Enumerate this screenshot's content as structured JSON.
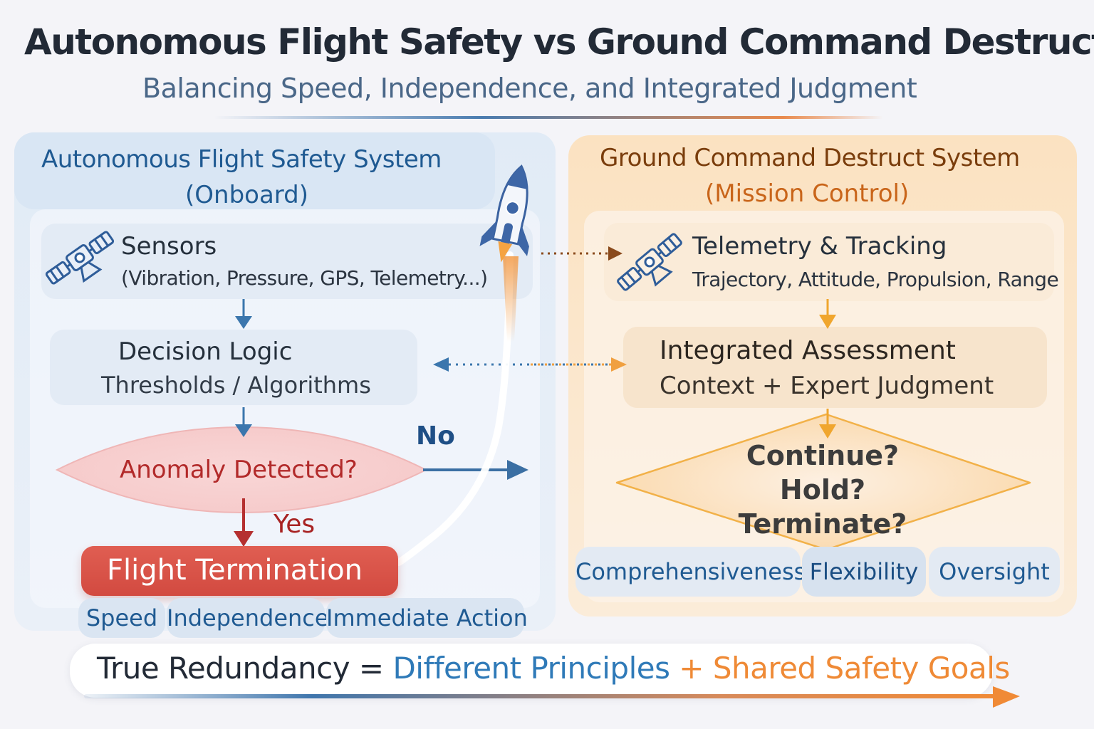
{
  "header": {
    "title": "Autonomous Flight Safety vs Ground Command Destruct",
    "subtitle": "Balancing Speed, Independence, and Integrated Judgment"
  },
  "left_panel": {
    "title": "Autonomous Flight Safety System",
    "subtitle": "(Onboard)",
    "sensors": {
      "title": "Sensors",
      "detail": "(Vibration, Pressure, GPS, Telemetry...)"
    },
    "decision_logic": {
      "title": "Decision Logic",
      "detail": "Thresholds / Algorithms"
    },
    "anomaly": {
      "label": "Anomaly Detected?",
      "no": "No",
      "yes": "Yes"
    },
    "termination": "Flight Termination",
    "traits": [
      "Speed",
      "Independence",
      "Immediate Action"
    ]
  },
  "right_panel": {
    "title": "Ground Command Destruct System",
    "subtitle": "(Mission Control)",
    "telemetry": {
      "title": "Telemetry & Tracking",
      "detail": "Trajectory, Attitude, Propulsion, Range"
    },
    "assessment": {
      "title": "Integrated Assessment",
      "detail": "Context + Expert Judgment"
    },
    "decision": [
      "Continue?",
      "Hold?",
      "Terminate?"
    ],
    "traits": [
      "Comprehensiveness",
      "Flexibility",
      "Oversight"
    ]
  },
  "bottom": {
    "part1": "True Redundancy = ",
    "part2": "Different Principles",
    "part3": " + Shared Safety Goals"
  },
  "icons": {
    "left_sensor": "satellite-icon",
    "right_sensor": "satellite-icon",
    "vehicle": "rocket-icon"
  },
  "colors": {
    "blue_accent": "#1f5a92",
    "orange_accent": "#ef8a36",
    "termination_red": "#d24a40",
    "anomaly_red": "#b22a2a"
  }
}
